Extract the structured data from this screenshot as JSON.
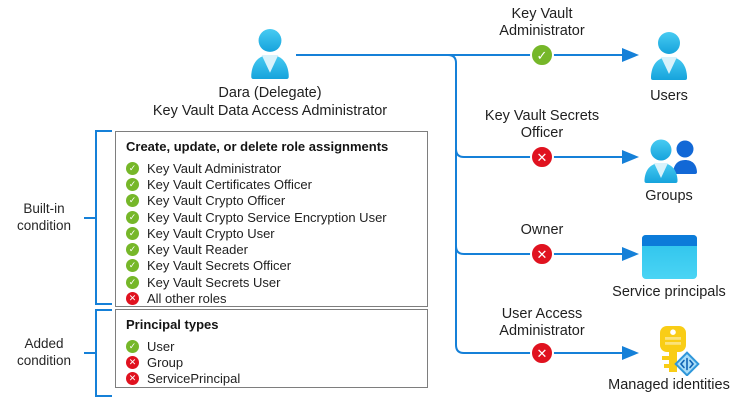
{
  "person": {
    "line1": "Dara (Delegate)",
    "line2": "Key Vault Data Access Administrator"
  },
  "left_labels": {
    "builtin": "Built-in condition",
    "added": "Added condition"
  },
  "boxes": {
    "roles": {
      "title": "Create, update, or delete role assignments",
      "items": [
        {
          "label": "Key Vault Administrator",
          "status": "allow"
        },
        {
          "label": "Key Vault Certificates Officer",
          "status": "allow"
        },
        {
          "label": "Key Vault Crypto Officer",
          "status": "allow"
        },
        {
          "label": "Key Vault Crypto Service Encryption User",
          "status": "allow"
        },
        {
          "label": "Key Vault Crypto User",
          "status": "allow"
        },
        {
          "label": "Key Vault Reader",
          "status": "allow"
        },
        {
          "label": "Key Vault Secrets Officer",
          "status": "allow"
        },
        {
          "label": "Key Vault Secrets User",
          "status": "allow"
        },
        {
          "label": "All other roles",
          "status": "deny"
        }
      ]
    },
    "principals": {
      "title": "Principal types",
      "items": [
        {
          "label": "User",
          "status": "allow"
        },
        {
          "label": "Group",
          "status": "deny"
        },
        {
          "label": "ServicePrincipal",
          "status": "deny"
        }
      ]
    }
  },
  "branches": [
    {
      "role": "Key Vault Administrator",
      "status": "allow",
      "target": "Users"
    },
    {
      "role": "Key Vault Secrets Officer",
      "status": "deny",
      "target": "Groups"
    },
    {
      "role": "Owner",
      "status": "deny",
      "target": "Service principals"
    },
    {
      "role": "User Access Administrator",
      "status": "deny",
      "target": "Managed identities"
    }
  ],
  "colors": {
    "line_blue": "#1580D8",
    "allow_green": "#76B729",
    "deny_red": "#E0121F",
    "person_cyan": "#2FB9E8",
    "group_back_blue": "#1268D6",
    "sp_band_blue": "#0C7BD9",
    "key_yellow": "#F9CD16"
  }
}
